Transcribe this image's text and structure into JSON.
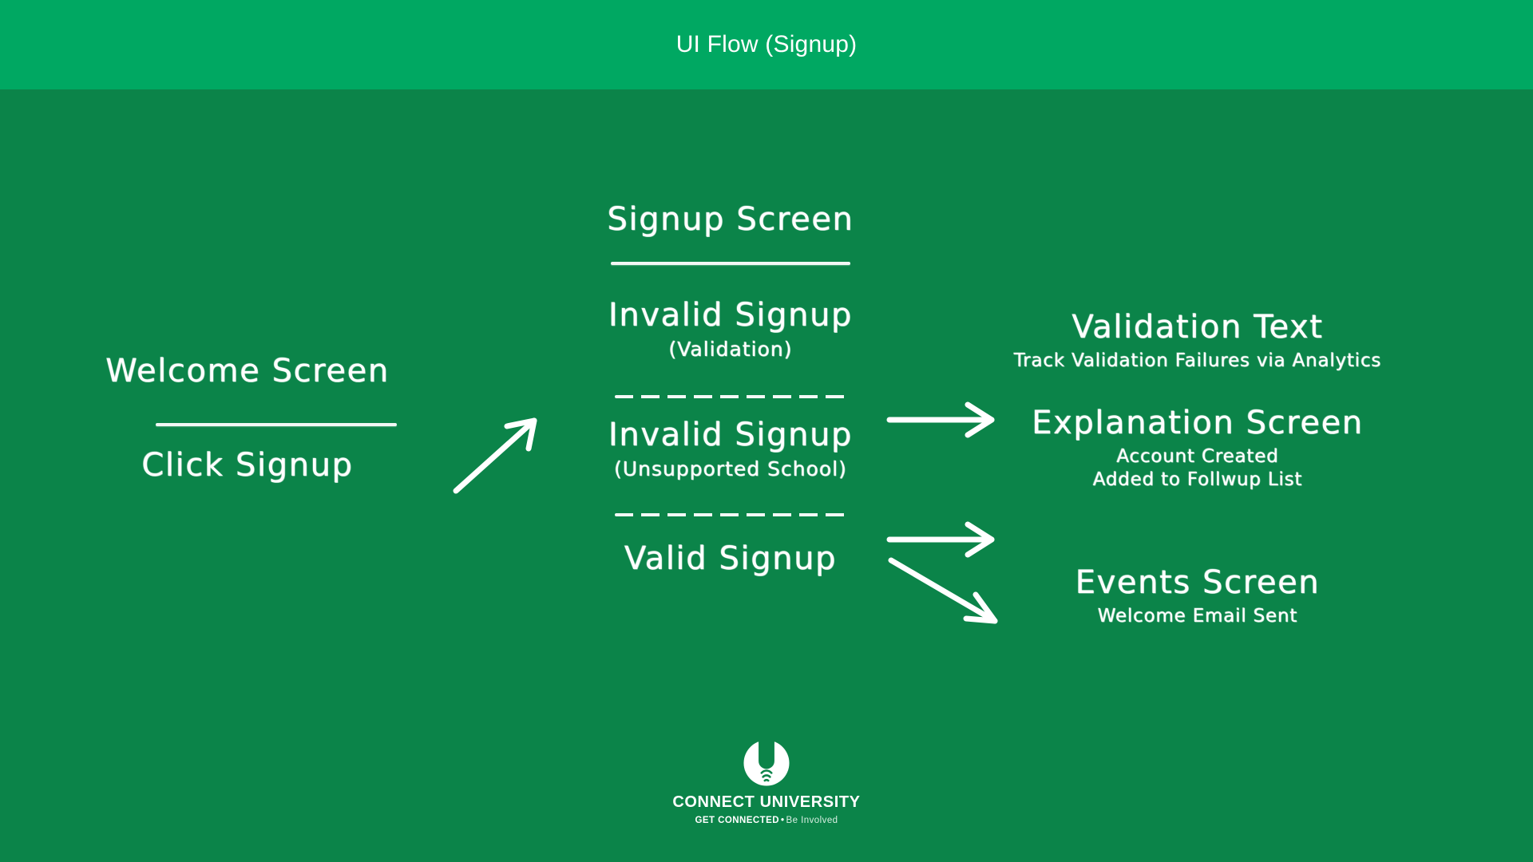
{
  "header": {
    "title": "UI Flow (Signup)",
    "bar_color": "#00A862"
  },
  "canvas": {
    "background_color": "#0B8449",
    "ink_color": "#FFFFFF"
  },
  "flow": {
    "welcome": {
      "title": "Welcome  Screen",
      "action": "Click Signup"
    },
    "signup": {
      "title": "Signup Screen"
    },
    "branches": [
      {
        "title": "Invalid Signup",
        "subtitle": "(Validation)"
      },
      {
        "title": "Invalid Signup",
        "subtitle": "(Unsupported School)"
      },
      {
        "title": "Valid Signup",
        "subtitle": ""
      }
    ],
    "outcomes": [
      {
        "title": "Validation Text",
        "lines": [
          "Track Validation Failures via Analytics"
        ]
      },
      {
        "title": "Explanation Screen",
        "lines": [
          "Account Created",
          "Added to Follwup List"
        ]
      },
      {
        "title": "Events Screen",
        "lines": [
          "Welcome Email Sent"
        ]
      }
    ],
    "arrows": [
      {
        "name": "arrow-welcome-to-signup",
        "direction": "up-right"
      },
      {
        "name": "arrow-validation-to-validation-text",
        "direction": "right"
      },
      {
        "name": "arrow-unsupported-to-explanation",
        "direction": "right"
      },
      {
        "name": "arrow-valid-to-events",
        "direction": "down-right"
      }
    ]
  },
  "footer": {
    "logo_icon": "connect-university-u-signal-logo",
    "wordmark": "CONNECT UNIVERSITY",
    "tagline_strong": "GET CONNECTED",
    "tagline_separator": "•",
    "tagline_light": "Be Involved"
  }
}
